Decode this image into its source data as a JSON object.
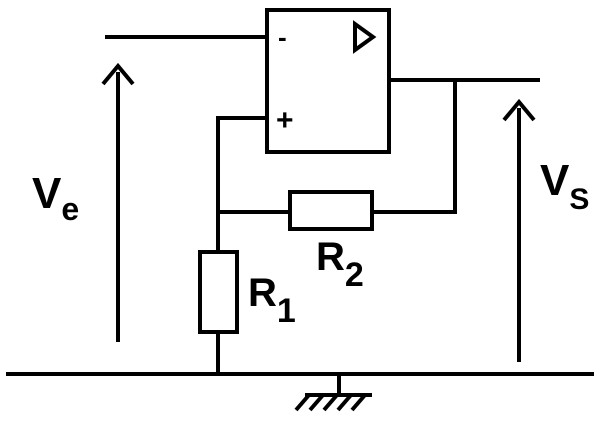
{
  "opamp": {
    "minus_symbol": "-",
    "plus_symbol": "+"
  },
  "labels": {
    "ve_main": "V",
    "ve_sub": "e",
    "vs_main": "V",
    "vs_sub": "S",
    "r1_main": "R",
    "r1_sub": "1",
    "r2_main": "R",
    "r2_sub": "2"
  },
  "icons": {
    "ground": "ground-icon",
    "opamp_triangle": "triangle-icon",
    "arrow": "arrow-up-icon"
  }
}
